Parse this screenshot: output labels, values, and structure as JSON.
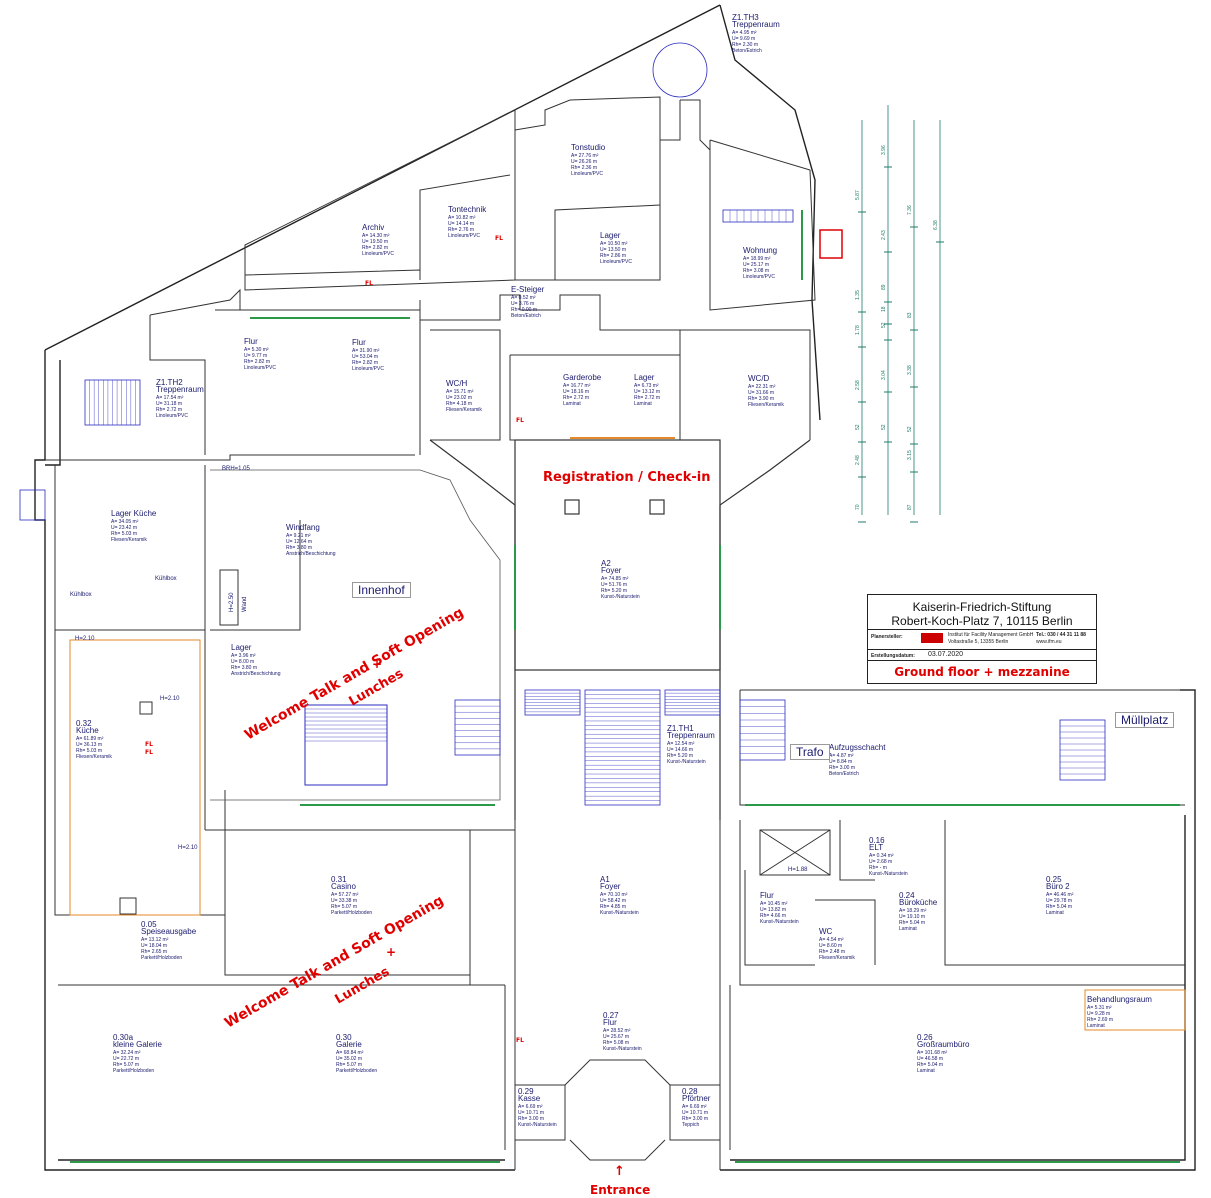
{
  "title_block": {
    "org": "Kaiserin-Friedrich-Stiftung",
    "address": "Robert-Koch-Platz 7, 10115 Berlin",
    "planer_label": "Planersteller:",
    "planer_company": "Institut für Facility Management GmbH",
    "planer_street": "Voltastraße 5, 13355 Berlin",
    "planer_tel": "Tel.: 030 / 44 31 11 88",
    "planer_web": "www.ifm.eu",
    "date_label": "Erstellungsdatum:",
    "date": "03.07.2020",
    "subtitle": "Ground floor + mezzanine"
  },
  "annotations": {
    "registration": "Registration / Check-in",
    "welcome_top": "Welcome Talk and Soft Opening",
    "plus": "+",
    "lunches": "Lunches",
    "welcome_bottom": "Welcome Talk and Soft Opening",
    "entrance": "Entrance",
    "arrow": "↑"
  },
  "yard_labels": {
    "innenhof": "Innenhof",
    "muellplatz": "Müllplatz",
    "trafo": "Trafo"
  },
  "small_marks": {
    "fl": "FL",
    "brh": "BRH=1.05",
    "h210": "H=2.10",
    "h250": "H=2.50",
    "wand": "Wand",
    "kuhlbox": "Kühlbox",
    "h188": "H=1.88"
  },
  "dimensions_col1": [
    "5.87",
    "1.35",
    "1.78",
    "2.58",
    "52",
    "2.48",
    "70"
  ],
  "dimensions_col2": [
    "3.96",
    "2.43",
    "89",
    "18",
    "52",
    "3.04",
    "52"
  ],
  "dimensions_col3": [
    "7.36",
    "83",
    "3.38",
    "52",
    "3.15",
    "87"
  ],
  "dimensions_col4": [
    "6.38"
  ],
  "rooms": [
    {
      "id": "th3",
      "name": [
        "Z1.TH3",
        "Treppenraum"
      ],
      "data": [
        "A= 4.95 m²",
        "U= 9.69 m",
        "Rh= 2.30 m",
        "Beton/Estrich"
      ]
    },
    {
      "id": "tonstudio",
      "name": [
        "Tonstudio"
      ],
      "data": [
        "A= 27.76 m²",
        "U= 26.26 m",
        "Rh= 2.36 m",
        "Linoleum/PVC"
      ]
    },
    {
      "id": "tontechnik",
      "name": [
        "Tontechnik"
      ],
      "data": [
        "A= 10.82 m²",
        "U= 14.14 m",
        "Rh= 2.76 m",
        "Linoleum/PVC"
      ]
    },
    {
      "id": "archiv",
      "name": [
        "Archiv"
      ],
      "data": [
        "A= 14.30 m²",
        "U= 19.50 m",
        "Rh= 2.82 m",
        "Linoleum/PVC"
      ]
    },
    {
      "id": "lager1",
      "name": [
        "Lager"
      ],
      "data": [
        "A= 10.50 m²",
        "U= 13.50 m",
        "Rh= 2.86 m",
        "Linoleum/PVC"
      ]
    },
    {
      "id": "wohnung",
      "name": [
        "Wohnung"
      ],
      "data": [
        "A= 18.99 m²",
        "U= 25.17 m",
        "Rh= 3.08 m",
        "Linoleum/PVC"
      ]
    },
    {
      "id": "esteiger",
      "name": [
        "E-Steiger"
      ],
      "data": [
        "A= 0.52 m²",
        "U= 3.76 m",
        "Rh= 0.00 m",
        "Beton/Estrich"
      ]
    },
    {
      "id": "flur1",
      "name": [
        "Flur"
      ],
      "data": [
        "A= 5.30 m²",
        "U= 9.77 m",
        "Rh= 2.82 m",
        "Linoleum/PVC"
      ]
    },
    {
      "id": "flur2",
      "name": [
        "Flur"
      ],
      "data": [
        "A= 31.90 m²",
        "U= 53.04 m",
        "Rh= 2.82 m",
        "Linoleum/PVC"
      ]
    },
    {
      "id": "th2",
      "name": [
        "Z1.TH2",
        "Treppenraum"
      ],
      "data": [
        "A= 17.54 m²",
        "U= 31.18 m",
        "Rh= 2.72 m",
        "Linoleum/PVC"
      ]
    },
    {
      "id": "wch",
      "name": [
        "WC/H"
      ],
      "data": [
        "A= 15.71 m²",
        "U= 23.02 m",
        "Rh= 4.18 m",
        "Fliesen/Keramik"
      ]
    },
    {
      "id": "garderobe",
      "name": [
        "Garderobe"
      ],
      "data": [
        "A= 16.77 m²",
        "U= 18.16 m",
        "Rh= 2.72 m",
        "Laminat"
      ]
    },
    {
      "id": "lager2",
      "name": [
        "Lager"
      ],
      "data": [
        "A= 6.73 m²",
        "U= 13.12 m",
        "Rh= 2.72 m",
        "Laminat"
      ]
    },
    {
      "id": "wcd",
      "name": [
        "WC/D"
      ],
      "data": [
        "A= 22.31 m²",
        "U= 31.66 m",
        "Rh= 3.90 m",
        "Fliesen/Keramik"
      ]
    },
    {
      "id": "lagerkueche",
      "name": [
        "Lager Küche"
      ],
      "data": [
        "A= 34.05 m²",
        "U= 23.42 m",
        "Rh= 5.03 m",
        "Fliesen/Keramik"
      ]
    },
    {
      "id": "windfang",
      "name": [
        "Windfang"
      ],
      "data": [
        "A= 9.21 m²",
        "U= 12.64 m",
        "Rh= 3.80 m",
        "Anstrich/Beschichtung"
      ]
    },
    {
      "id": "a2",
      "name": [
        "A2",
        "Foyer"
      ],
      "data": [
        "A= 74.85 m²",
        "U= 51.76 m",
        "Rh= 5.20 m",
        "Kunst-/Naturstein"
      ]
    },
    {
      "id": "lager3",
      "name": [
        "Lager"
      ],
      "data": [
        "A= 3.96 m²",
        "U= 8.00 m",
        "Rh= 3.80 m",
        "Anstrich/Beschichtung"
      ]
    },
    {
      "id": "kueche",
      "name": [
        "0.32",
        "Küche"
      ],
      "data": [
        "A= 61.89 m²",
        "U= 36.13 m",
        "Rh= 5.03 m",
        "Fliesen/Keramik"
      ]
    },
    {
      "id": "th1",
      "name": [
        "Z1.TH1",
        "Treppenraum"
      ],
      "data": [
        "A= 12.54 m²",
        "U= 14.66 m",
        "Rh= 5.20 m",
        "Kunst-/Naturstein"
      ]
    },
    {
      "id": "aufzug",
      "name": [
        "Aufzugsschacht"
      ],
      "data": [
        "A= 4.87 m²",
        "U= 8.84 m",
        "Rh= 3.00 m",
        "Beton/Estrich"
      ]
    },
    {
      "id": "elt",
      "name": [
        "0.16",
        "ELT"
      ],
      "data": [
        "A= 0.34 m²",
        "U= 2.68 m",
        "Rh= - m",
        "Kunst-/Naturstein"
      ]
    },
    {
      "id": "casino",
      "name": [
        "0.31",
        "Casino"
      ],
      "data": [
        "A= 57.27 m²",
        "U= 33.38 m",
        "Rh= 5.07 m",
        "Parkett/Holzboden"
      ]
    },
    {
      "id": "a1",
      "name": [
        "A1",
        "Foyer"
      ],
      "data": [
        "A= 70.10 m²",
        "U= 58.42 m",
        "Rh= 4.85 m",
        "Kunst-/Naturstein"
      ]
    },
    {
      "id": "flur3",
      "name": [
        "Flur"
      ],
      "data": [
        "A= 10.45 m²",
        "U= 13.82 m",
        "Rh= 4.66 m",
        "Kunst-/Naturstein"
      ]
    },
    {
      "id": "bueroKueche",
      "name": [
        "0.24",
        "Büroküche"
      ],
      "data": [
        "A= 18.29 m²",
        "U= 19.10 m",
        "Rh= 5.04 m",
        "Laminat"
      ]
    },
    {
      "id": "buero2",
      "name": [
        "0.25",
        "Büro 2"
      ],
      "data": [
        "A= 46.46 m²",
        "U= 29.78 m",
        "Rh= 5.04 m",
        "Laminat"
      ]
    },
    {
      "id": "speise",
      "name": [
        "0.05",
        "Speiseausgabe"
      ],
      "data": [
        "A= 13.12 m²",
        "U= 18.04 m",
        "Rh= 2.65 m",
        "Parkett/Holzboden"
      ]
    },
    {
      "id": "wc2",
      "name": [
        "WC"
      ],
      "data": [
        "A= 4.54 m²",
        "U= 8.60 m",
        "Rh= 2.48 m",
        "Fliesen/Keramik"
      ]
    },
    {
      "id": "behandlung",
      "name": [
        "Behandlungsraum"
      ],
      "data": [
        "A= 5.31 m²",
        "U= 9.28 m",
        "Rh= 2.69 m",
        "Laminat"
      ]
    },
    {
      "id": "kleineGalerie",
      "name": [
        "0.30a",
        "kleine Galerie"
      ],
      "data": [
        "A= 32.24 m²",
        "U= 22.72 m",
        "Rh= 5.07 m",
        "Parkett/Holzboden"
      ]
    },
    {
      "id": "galerie",
      "name": [
        "0.30",
        "Galerie"
      ],
      "data": [
        "A= 68.84 m²",
        "U= 35.02 m",
        "Rh= 5.07 m",
        "Parkett/Holzboden"
      ]
    },
    {
      "id": "flur4",
      "name": [
        "0.27",
        "Flur"
      ],
      "data": [
        "A= 28.52 m²",
        "U= 25.67 m",
        "Rh= 5.08 m",
        "Kunst-/Naturstein"
      ]
    },
    {
      "id": "grossraum",
      "name": [
        "0.26",
        "Großraumbüro"
      ],
      "data": [
        "A= 101.68 m²",
        "U= 46.58 m",
        "Rh= 5.04 m",
        "Laminat"
      ]
    },
    {
      "id": "kasse",
      "name": [
        "0.29",
        "Kasse"
      ],
      "data": [
        "A= 6.69 m²",
        "U= 10.71 m",
        "Rh= 3.00 m",
        "Kunst-/Naturstein"
      ]
    },
    {
      "id": "pfoertner",
      "name": [
        "0.28",
        "Pförtner"
      ],
      "data": [
        "A= 6.69 m²",
        "U= 10.71 m",
        "Rh= 3.00 m",
        "Teppich"
      ]
    }
  ]
}
